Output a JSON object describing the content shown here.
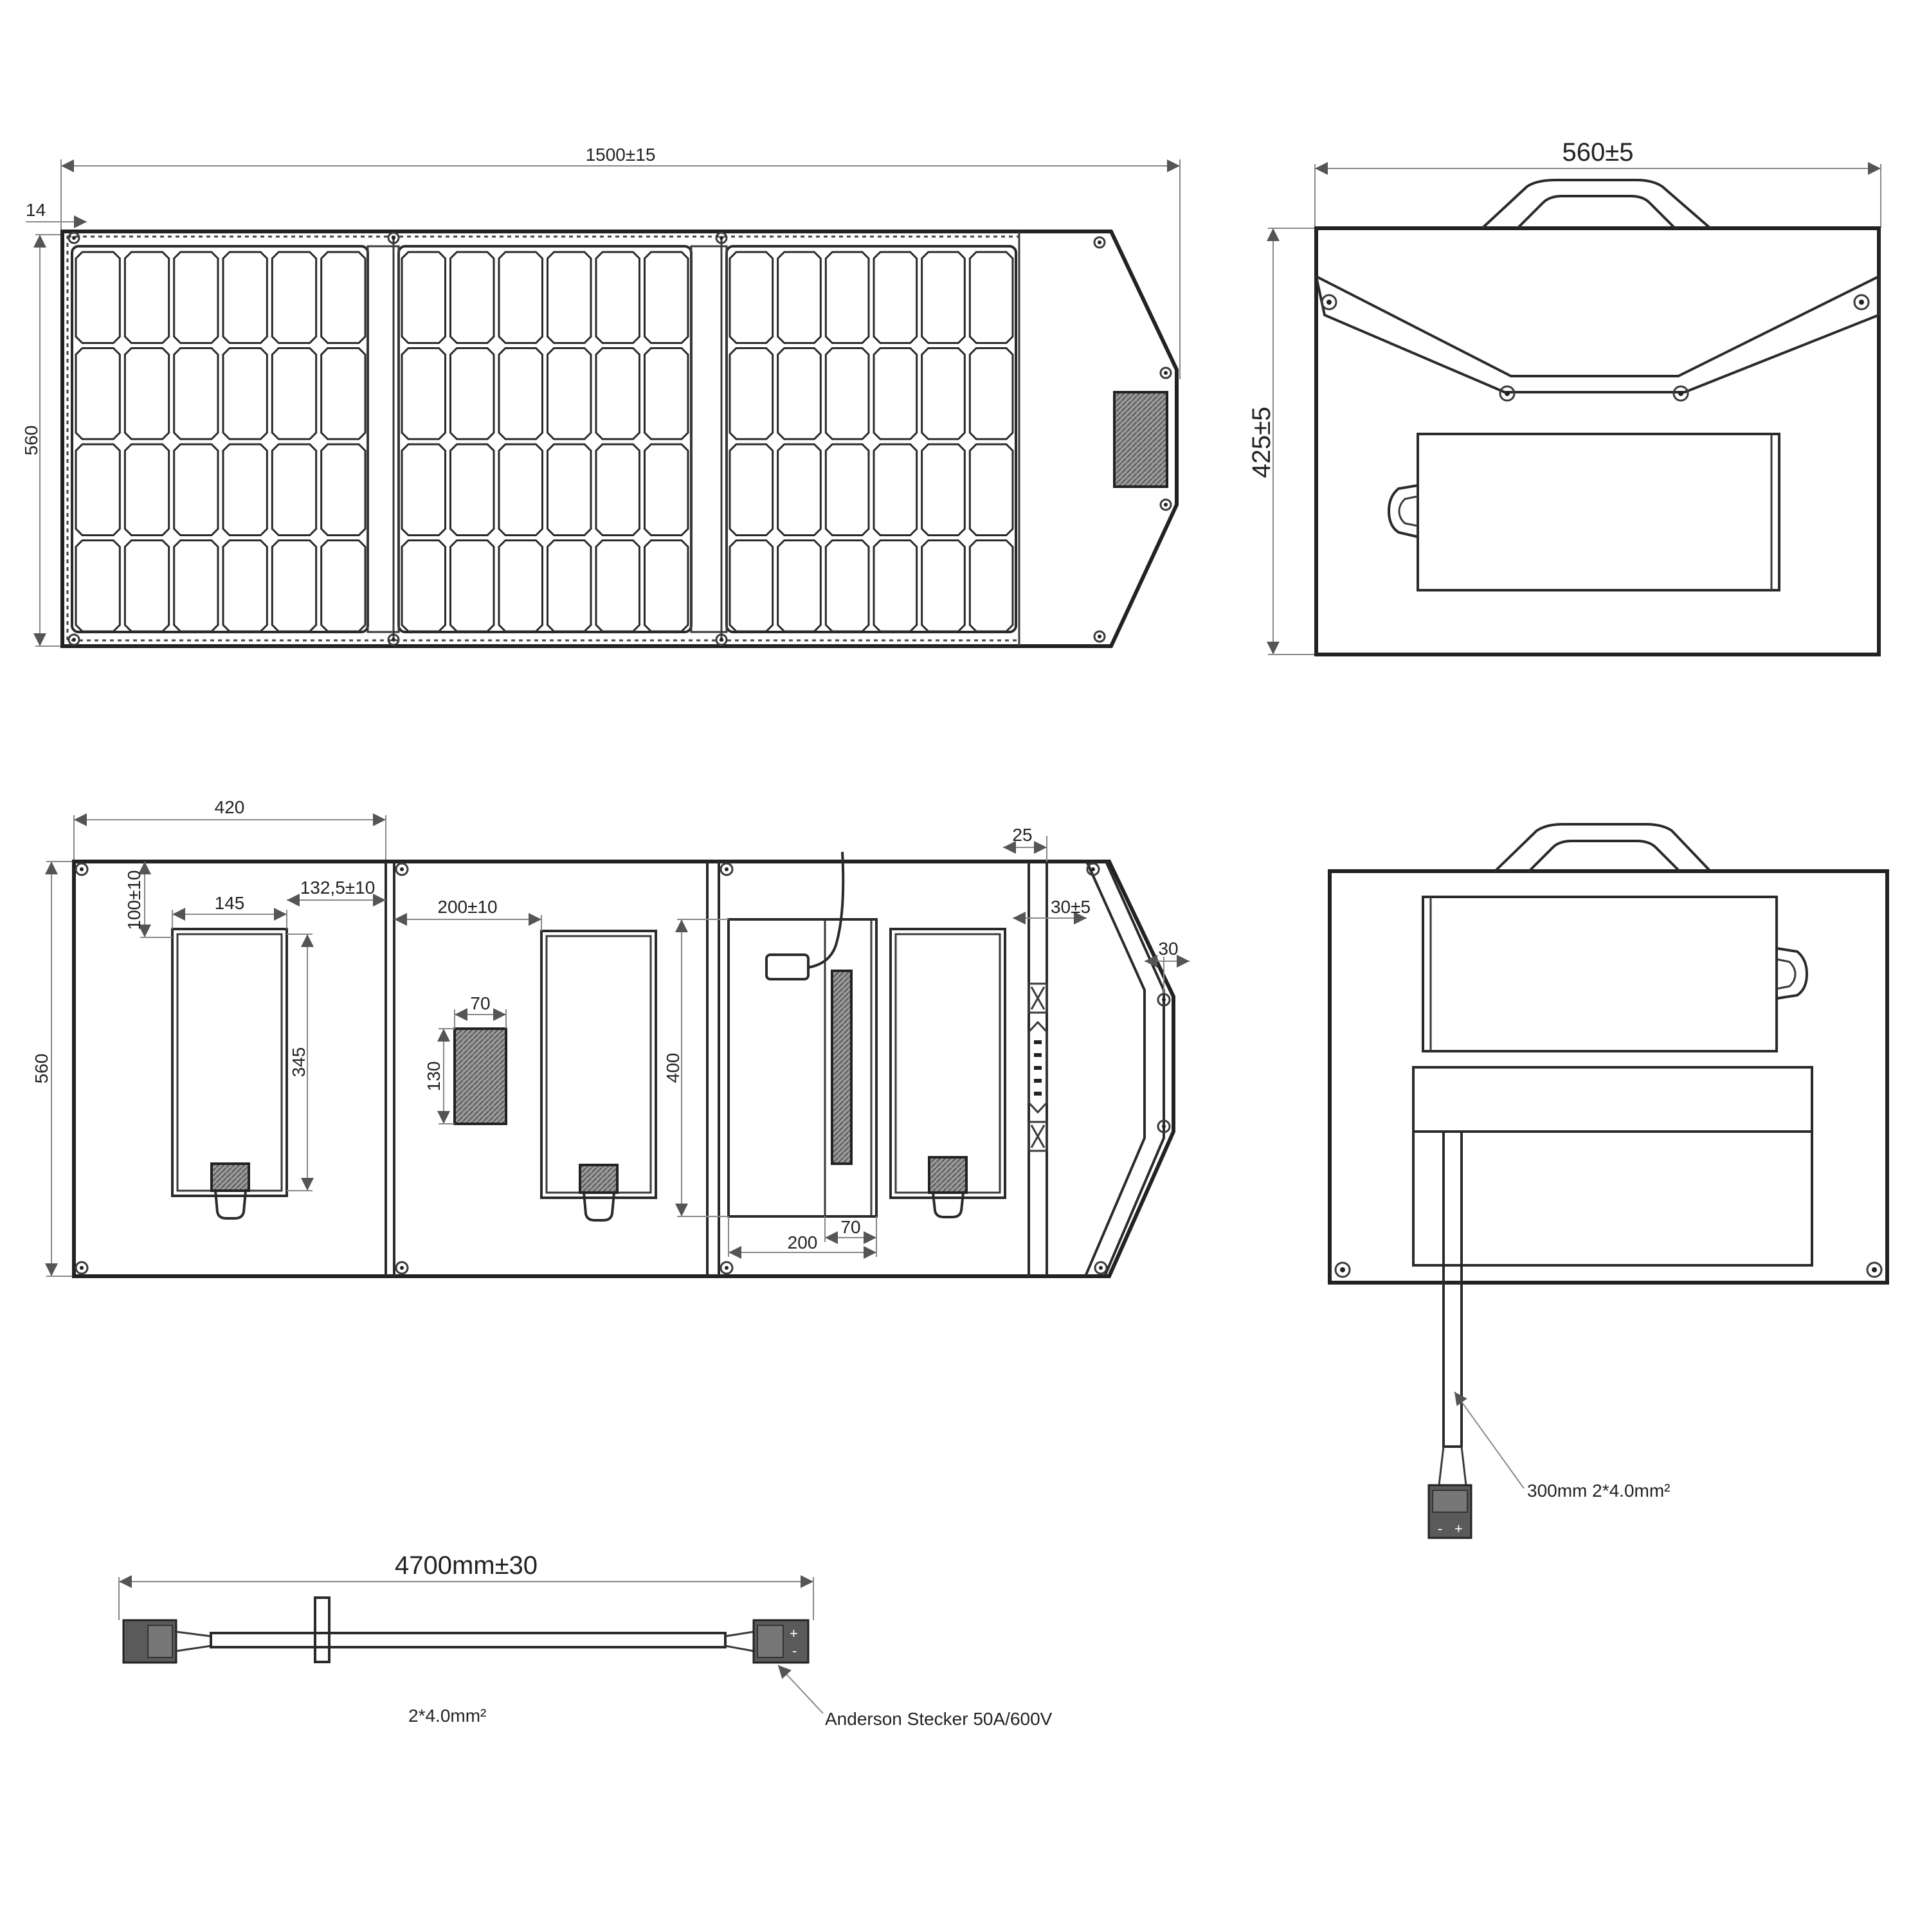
{
  "front_view": {
    "width_dim": "1500±15",
    "height_dim": "560",
    "edge_dim": "14"
  },
  "side_view": {
    "width_dim": "560±5",
    "height_dim": "425±5"
  },
  "back_view": {
    "dim_420": "420",
    "dim_560": "560",
    "dim_100": "100±10",
    "dim_145": "145",
    "dim_132": "132,5±10",
    "dim_345": "345",
    "dim_200_10": "200±10",
    "dim_70_top": "70",
    "dim_130": "130",
    "dim_400": "400",
    "dim_200": "200",
    "dim_70_bottom": "70",
    "dim_25": "25",
    "dim_30_5": "30±5",
    "dim_30": "30"
  },
  "case_view": {
    "cable_label": "300mm 2*4.0mm²"
  },
  "extension_cable": {
    "length_dim": "4700mm±30",
    "cross_section": "2*4.0mm²",
    "connector_label": "Anderson Stecker  50A/600V"
  }
}
